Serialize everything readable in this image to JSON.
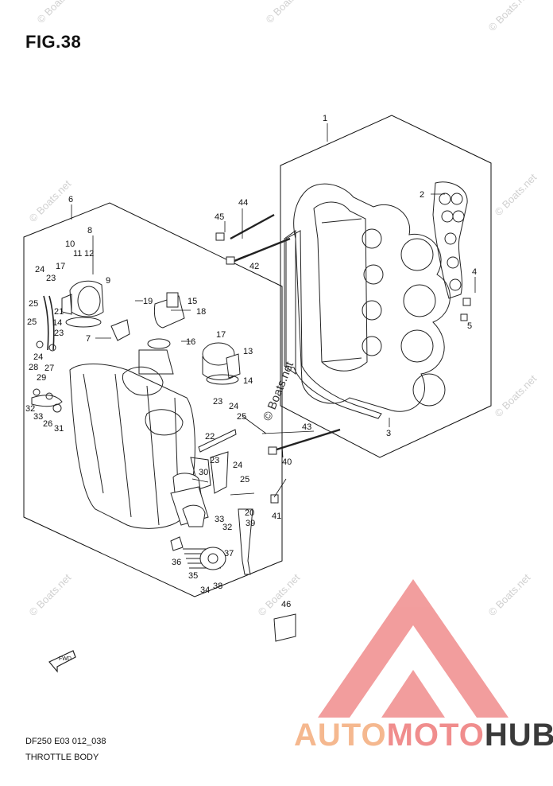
{
  "figure": {
    "title": "FIG.38",
    "doc_code": "DF250 E03 012_038",
    "doc_title": "THROTTLE BODY"
  },
  "watermark": {
    "text": "© Boats.net"
  },
  "brand": {
    "part1": "AUTO",
    "part2": "MOTO",
    "part3": "HUB",
    "accent": "#f08d8d",
    "accent2": "#f5b88f"
  },
  "fwd_label": "FWD",
  "callouts": [
    {
      "id": "c1",
      "label": "1"
    },
    {
      "id": "c2",
      "label": "2"
    },
    {
      "id": "c3",
      "label": "3"
    },
    {
      "id": "c4",
      "label": "4"
    },
    {
      "id": "c5",
      "label": "5"
    },
    {
      "id": "c6",
      "label": "6"
    },
    {
      "id": "c7",
      "label": "7"
    },
    {
      "id": "c8",
      "label": "8"
    },
    {
      "id": "c9",
      "label": "9"
    },
    {
      "id": "c10",
      "label": "10"
    },
    {
      "id": "c11",
      "label": "11"
    },
    {
      "id": "c12",
      "label": "12"
    },
    {
      "id": "c13",
      "label": "13"
    },
    {
      "id": "c14a",
      "label": "14"
    },
    {
      "id": "c14b",
      "label": "14"
    },
    {
      "id": "c15",
      "label": "15"
    },
    {
      "id": "c16",
      "label": "16"
    },
    {
      "id": "c17a",
      "label": "17"
    },
    {
      "id": "c17b",
      "label": "17"
    },
    {
      "id": "c18",
      "label": "18"
    },
    {
      "id": "c19",
      "label": "19"
    },
    {
      "id": "c20",
      "label": "20"
    },
    {
      "id": "c21",
      "label": "21"
    },
    {
      "id": "c22",
      "label": "22"
    },
    {
      "id": "c23a",
      "label": "23"
    },
    {
      "id": "c23b",
      "label": "23"
    },
    {
      "id": "c23c",
      "label": "23"
    },
    {
      "id": "c23d",
      "label": "23"
    },
    {
      "id": "c24a",
      "label": "24"
    },
    {
      "id": "c24b",
      "label": "24"
    },
    {
      "id": "c24c",
      "label": "24"
    },
    {
      "id": "c24d",
      "label": "24"
    },
    {
      "id": "c25a",
      "label": "25"
    },
    {
      "id": "c25b",
      "label": "25"
    },
    {
      "id": "c25c",
      "label": "25"
    },
    {
      "id": "c25d",
      "label": "25"
    },
    {
      "id": "c26",
      "label": "26"
    },
    {
      "id": "c27",
      "label": "27"
    },
    {
      "id": "c28",
      "label": "28"
    },
    {
      "id": "c29",
      "label": "29"
    },
    {
      "id": "c30",
      "label": "30"
    },
    {
      "id": "c31",
      "label": "31"
    },
    {
      "id": "c32a",
      "label": "32"
    },
    {
      "id": "c32b",
      "label": "32"
    },
    {
      "id": "c33a",
      "label": "33"
    },
    {
      "id": "c33b",
      "label": "33"
    },
    {
      "id": "c34",
      "label": "34"
    },
    {
      "id": "c35",
      "label": "35"
    },
    {
      "id": "c36",
      "label": "36"
    },
    {
      "id": "c37",
      "label": "37"
    },
    {
      "id": "c38",
      "label": "38"
    },
    {
      "id": "c39",
      "label": "39"
    },
    {
      "id": "c40",
      "label": "40"
    },
    {
      "id": "c41",
      "label": "41"
    },
    {
      "id": "c42",
      "label": "42"
    },
    {
      "id": "c43",
      "label": "43"
    },
    {
      "id": "c44",
      "label": "44"
    },
    {
      "id": "c45",
      "label": "45"
    },
    {
      "id": "c46",
      "label": "46"
    }
  ]
}
